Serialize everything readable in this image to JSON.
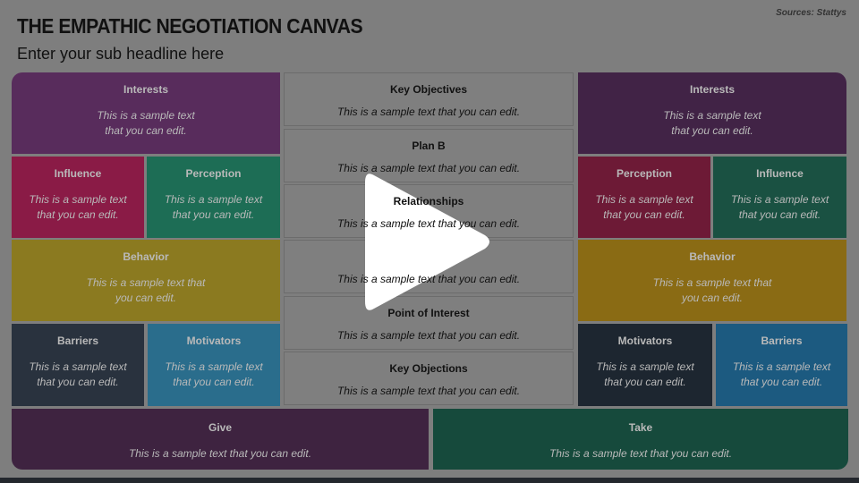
{
  "header": {
    "title": "THE EMPATHIC NEGOTIATION CANVAS",
    "subtitle": "Enter your sub headline here",
    "source": "Sources: Stattys"
  },
  "left": [
    {
      "title": "Interests",
      "text": "This is a sample text\nthat you can edit.",
      "color": "#582c5c"
    },
    {
      "title": "Influence",
      "text": "This is a sample text\nthat you can edit.",
      "color": "#8a1b46"
    },
    {
      "title": "Perception",
      "text": "This is a sample text\nthat you can edit.",
      "color": "#1d6d55"
    },
    {
      "title": "Behavior",
      "text": "This is a sample text that\nyou can edit.",
      "color": "#8b7a20"
    },
    {
      "title": "Barriers",
      "text": "This is a sample text\nthat you can edit.",
      "color": "#29323e"
    },
    {
      "title": "Motivators",
      "text": "This is a sample text\nthat you can edit.",
      "color": "#2a6d8c"
    }
  ],
  "center": [
    {
      "title": "Key Objectives",
      "text": "This is a sample text that you can edit."
    },
    {
      "title": "Plan B",
      "text": "This is a sample text that you can edit."
    },
    {
      "title": "Relationships",
      "text": "This is a sample text that you can edit."
    },
    {
      "title": "",
      "text": "This is a sample text that you can edit."
    },
    {
      "title": "Point of Interest",
      "text": "This is a sample text that you can edit."
    },
    {
      "title": "Key Objections",
      "text": "This is a sample text that you can edit."
    }
  ],
  "right": [
    {
      "title": "Interests",
      "text": "This is a sample text\nthat you can edit.",
      "color": "#412346"
    },
    {
      "title": "Perception",
      "text": "This is a sample text\nthat you can edit.",
      "color": "#6d1a36"
    },
    {
      "title": "Influence",
      "text": "This is a sample text\nthat you can edit.",
      "color": "#1a5142"
    },
    {
      "title": "Behavior",
      "text": "This is a sample text that\nyou can edit.",
      "color": "#8a6b14"
    },
    {
      "title": "Motivators",
      "text": "This is a sample text\nthat you can edit.",
      "color": "#1d2630"
    },
    {
      "title": "Barriers",
      "text": "This is a sample text\nthat you can edit.",
      "color": "#1c5a80"
    }
  ],
  "bottom": [
    {
      "title": "Give",
      "text": "This is a sample text that you can edit.",
      "color": "#3e2340"
    },
    {
      "title": "Take",
      "text": "This is a sample text that you can edit.",
      "color": "#164a3c"
    }
  ],
  "overlay": {
    "icon": "play-icon"
  }
}
